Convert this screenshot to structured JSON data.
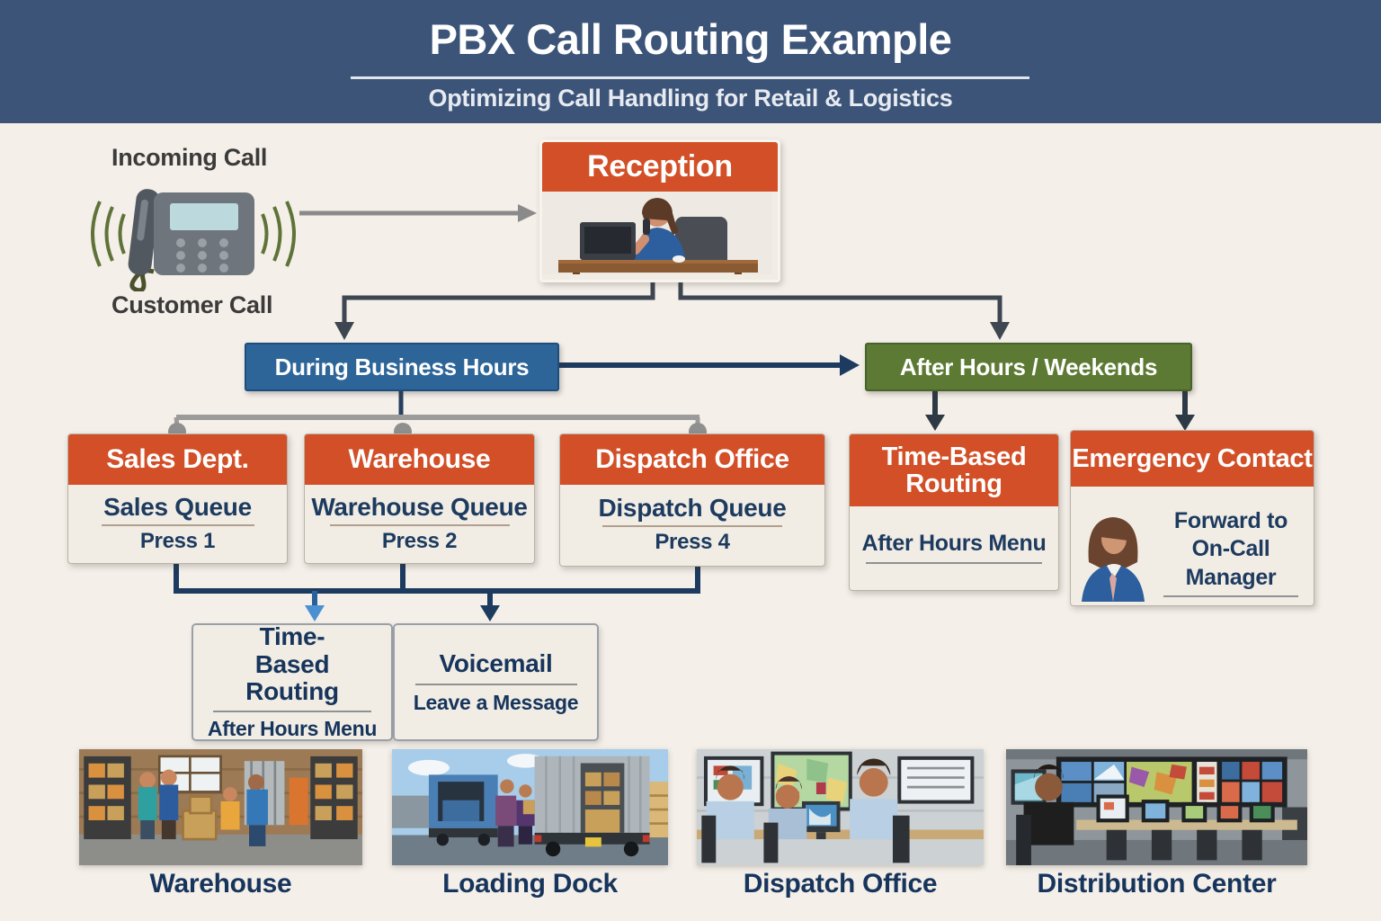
{
  "palette": {
    "header_bg": "#3b5478",
    "accent_orange": "#d24f27",
    "business_blue": "#2d6599",
    "after_hours_green": "#5c7a33",
    "navy_text": "#1d3a5f",
    "background": "#f4efe9",
    "connector_gray": "#9b9b9b",
    "connector_dark": "#3d4651",
    "arrow_light_blue": "#4a90d2"
  },
  "header": {
    "title": "PBX Call Routing Example",
    "subtitle": "Optimizing Call Handling for Retail & Logistics"
  },
  "incoming_call": {
    "label_top": "Incoming Call",
    "label_bottom": "Customer Call"
  },
  "reception": {
    "title": "Reception"
  },
  "branches": {
    "business_hours_label": "During Business Hours",
    "after_hours_label": "After Hours / Weekends"
  },
  "departments": [
    {
      "title": "Sales Dept.",
      "queue": "Sales Queue",
      "action": "Press 1"
    },
    {
      "title": "Warehouse",
      "queue": "Warehouse Queue",
      "action": "Press 2"
    },
    {
      "title": "Dispatch Office",
      "queue": "Dispatch Queue",
      "action": "Press 4"
    }
  ],
  "after_hours_nodes": {
    "time_based_routing": {
      "title": "Time-Based Routing",
      "detail": "After Hours Menu"
    },
    "emergency_contact": {
      "title": "Emergency Contact",
      "detail": "Forward to On-Call Manager"
    }
  },
  "fallback_nodes": {
    "time_based_routing": {
      "title": "Time-Based Routing",
      "detail": "After Hours Menu"
    },
    "voicemail": {
      "title": "Voicemail",
      "detail": "Leave a Message"
    }
  },
  "gallery": [
    {
      "caption": "Warehouse"
    },
    {
      "caption": "Loading Dock"
    },
    {
      "caption": "Dispatch Office"
    },
    {
      "caption": "Distribution Center"
    }
  ]
}
